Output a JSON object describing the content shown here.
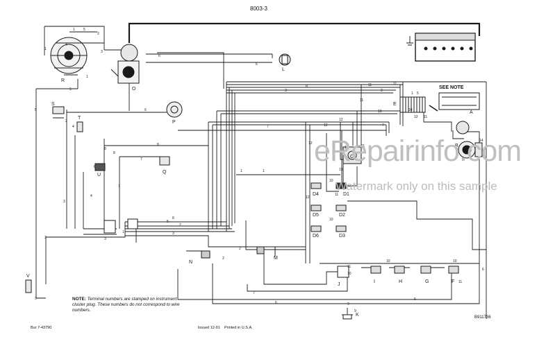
{
  "header": {
    "page_code": "8003-3"
  },
  "see_note": "SEE NOTE",
  "note": {
    "label": "NOTE:",
    "text": "Terminal numbers are stamped on instrument cluster plug. These numbers do not correspond to wire numbers."
  },
  "footer": {
    "left": "Bur 7-43790",
    "issued": "Issued 12-91",
    "printed": "Printed in U.S.A.",
    "figure_number": "B911736"
  },
  "watermark": {
    "main": "eRepairinfo.com",
    "sub": "Watermark only on this sample"
  },
  "components": {
    "R": "R",
    "O": "O",
    "L": "L",
    "S": "S",
    "T": "T",
    "P": "P",
    "U": "U",
    "Q": "Q",
    "E": "E",
    "A": "A",
    "B": "B",
    "C": "C",
    "D1": "D1",
    "D2": "D2",
    "D3": "D3",
    "D4": "D4",
    "D5": "D5",
    "D6": "D6",
    "N": "N",
    "M": "M",
    "J": "J",
    "I": "I",
    "H": "H",
    "G": "G",
    "F": "F",
    "K": "K",
    "V": "V"
  },
  "colors": {
    "line": "#1a1a1a",
    "watermark": "#c0c0c0"
  }
}
